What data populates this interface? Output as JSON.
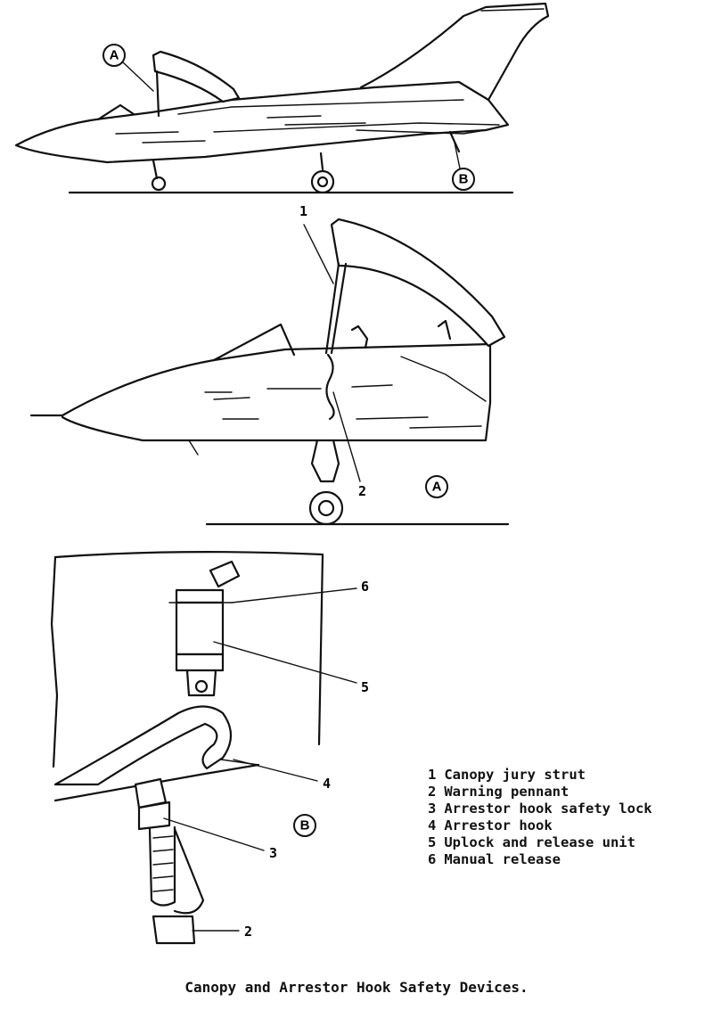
{
  "callouts": {
    "A": "A",
    "B": "B"
  },
  "numbers": {
    "n1": "1",
    "n2": "2",
    "n3": "3",
    "n4": "4",
    "n5": "5",
    "n6": "6"
  },
  "legend": [
    {
      "num": "1",
      "label": "Canopy jury strut"
    },
    {
      "num": "2",
      "label": "Warning pennant"
    },
    {
      "num": "3",
      "label": "Arrestor hook safety lock"
    },
    {
      "num": "4",
      "label": "Arrestor hook"
    },
    {
      "num": "5",
      "label": "Uplock and release unit"
    },
    {
      "num": "6",
      "label": "Manual release"
    }
  ],
  "caption": "Canopy and Arrestor Hook Safety Devices."
}
